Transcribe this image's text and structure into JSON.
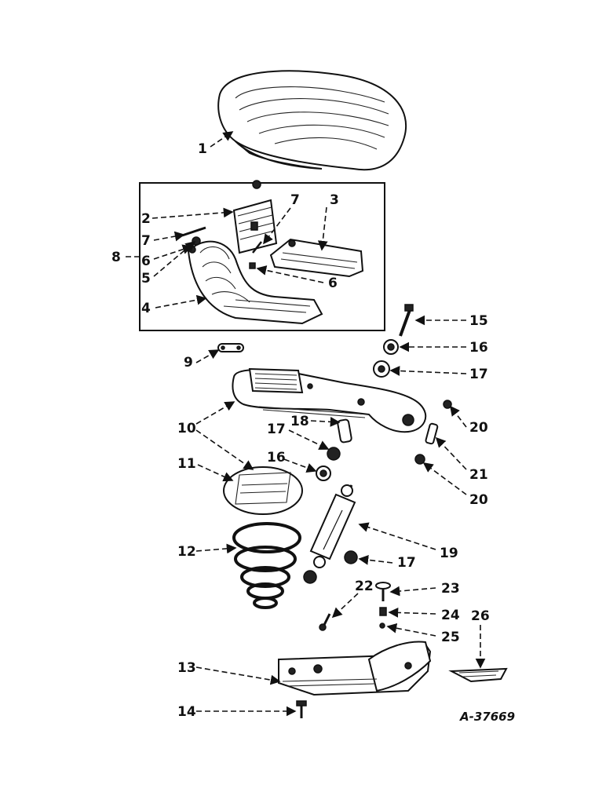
{
  "figure_id": "A-37669",
  "callouts": [
    "1",
    "2",
    "3",
    "4",
    "5",
    "6",
    "6",
    "7",
    "7",
    "8",
    "9",
    "10",
    "11",
    "12",
    "13",
    "14",
    "15",
    "16",
    "16",
    "17",
    "17",
    "17",
    "18",
    "19",
    "20",
    "20",
    "21",
    "22",
    "23",
    "24",
    "25",
    "26"
  ],
  "colors": {
    "ink": "#111111",
    "paper": "#ffffff"
  }
}
